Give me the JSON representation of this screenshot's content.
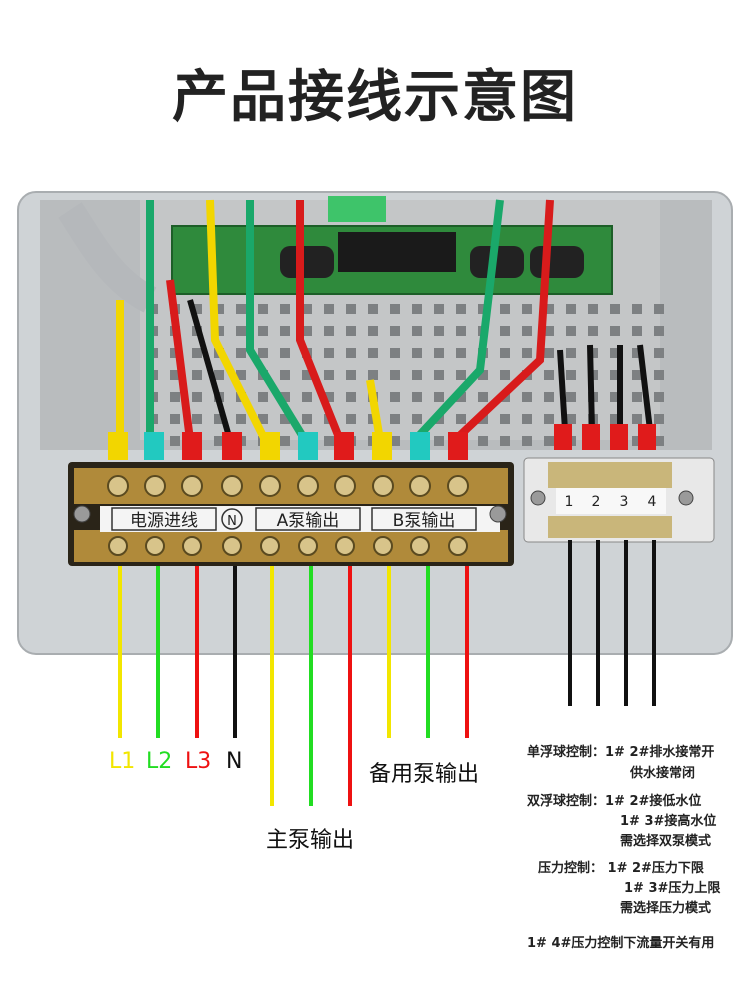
{
  "title": "产品接线示意图",
  "terminal_labels": {
    "power_in": "电源进线",
    "neutral": "N",
    "pump_a": "A泵输出",
    "pump_b": "B泵输出",
    "aux": [
      "1",
      "2",
      "3",
      "4"
    ]
  },
  "wire_labels": {
    "l1": "L1",
    "l2": "L2",
    "l3": "L3",
    "n": "N",
    "main_pump": "主泵输出",
    "backup_pump": "备用泵输出"
  },
  "colors": {
    "yellow": "#f2e600",
    "green": "#22dd22",
    "red": "#ee1111",
    "black": "#111111"
  },
  "notes": {
    "single_float_1": "单浮球控制：1# 2#排水接常开",
    "single_float_2": "供水接常闭",
    "double_float_1": "双浮球控制：1# 2#接低水位",
    "double_float_2": "1# 3#接高水位",
    "double_float_3": "需选择双泵模式",
    "pressure_1": "压力控制：  1# 2#压力下限",
    "pressure_2": "1# 3#压力上限",
    "pressure_3": "需选择压力模式",
    "flow": "1# 4#压力控制下流量开关有用"
  }
}
